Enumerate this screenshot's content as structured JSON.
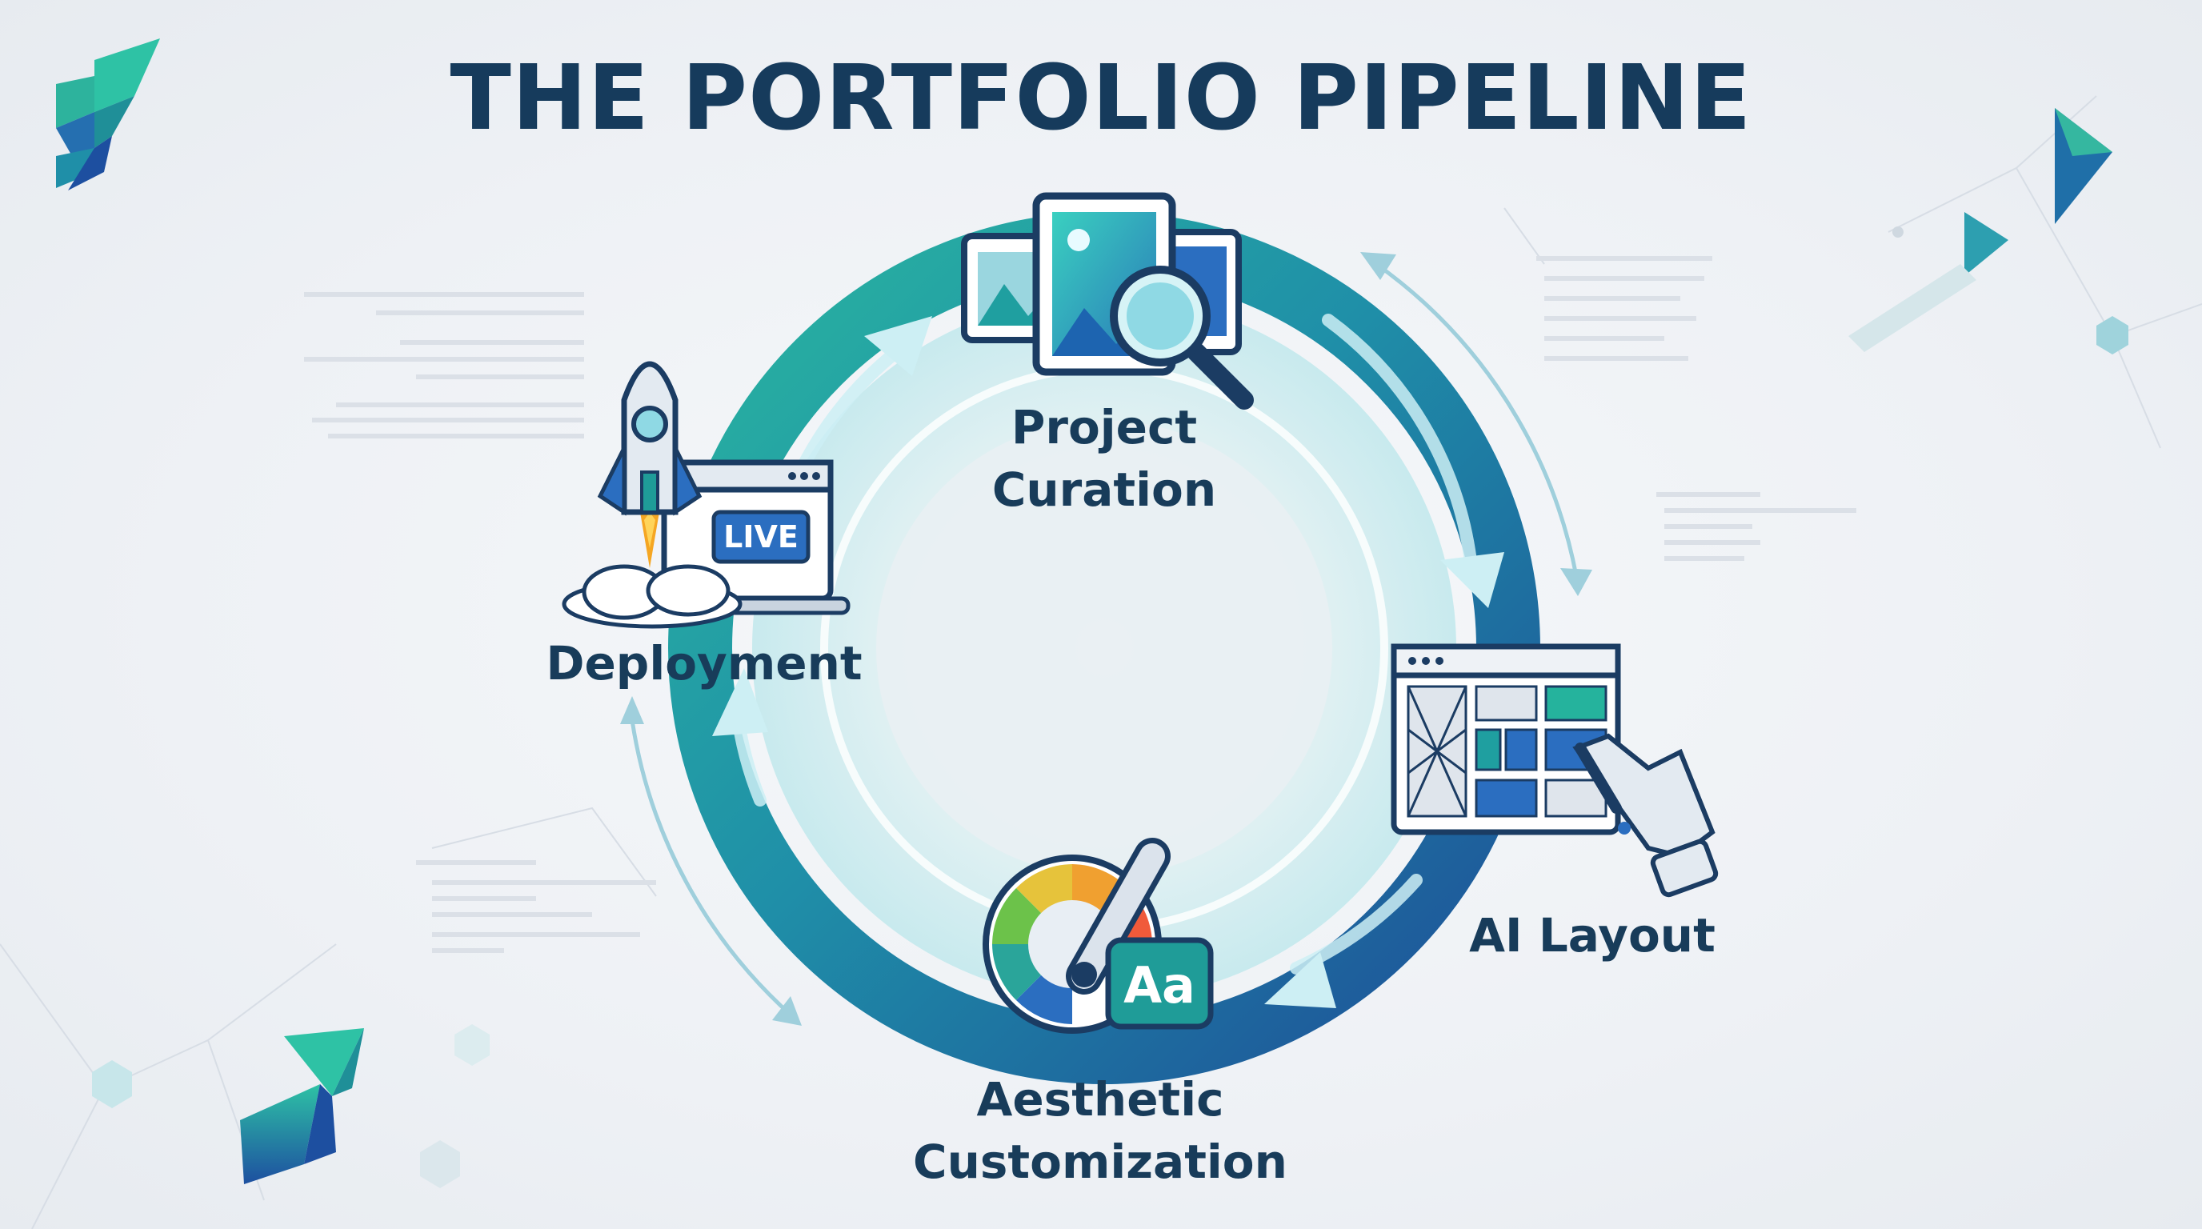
{
  "title": "THE PORTFOLIO PIPELINE",
  "stages": [
    {
      "lines": [
        "Project",
        "Curation"
      ],
      "icon": "image-gallery-magnifier-icon"
    },
    {
      "lines": [
        "AI Layout"
      ],
      "icon": "layout-grid-robot-hand-icon"
    },
    {
      "lines": [
        "Aesthetic",
        "Customization"
      ],
      "icon": "color-wheel-typography-icon"
    },
    {
      "lines": [
        "Deployment"
      ],
      "icon": "rocket-live-browser-icon"
    }
  ],
  "badges": {
    "live": "LIVE",
    "font_sample": "Aa"
  },
  "colors": {
    "teal": "#1fa79a",
    "navy": "#1e4f97",
    "title": "#163b5c",
    "light_teal": "#9ed3de"
  }
}
